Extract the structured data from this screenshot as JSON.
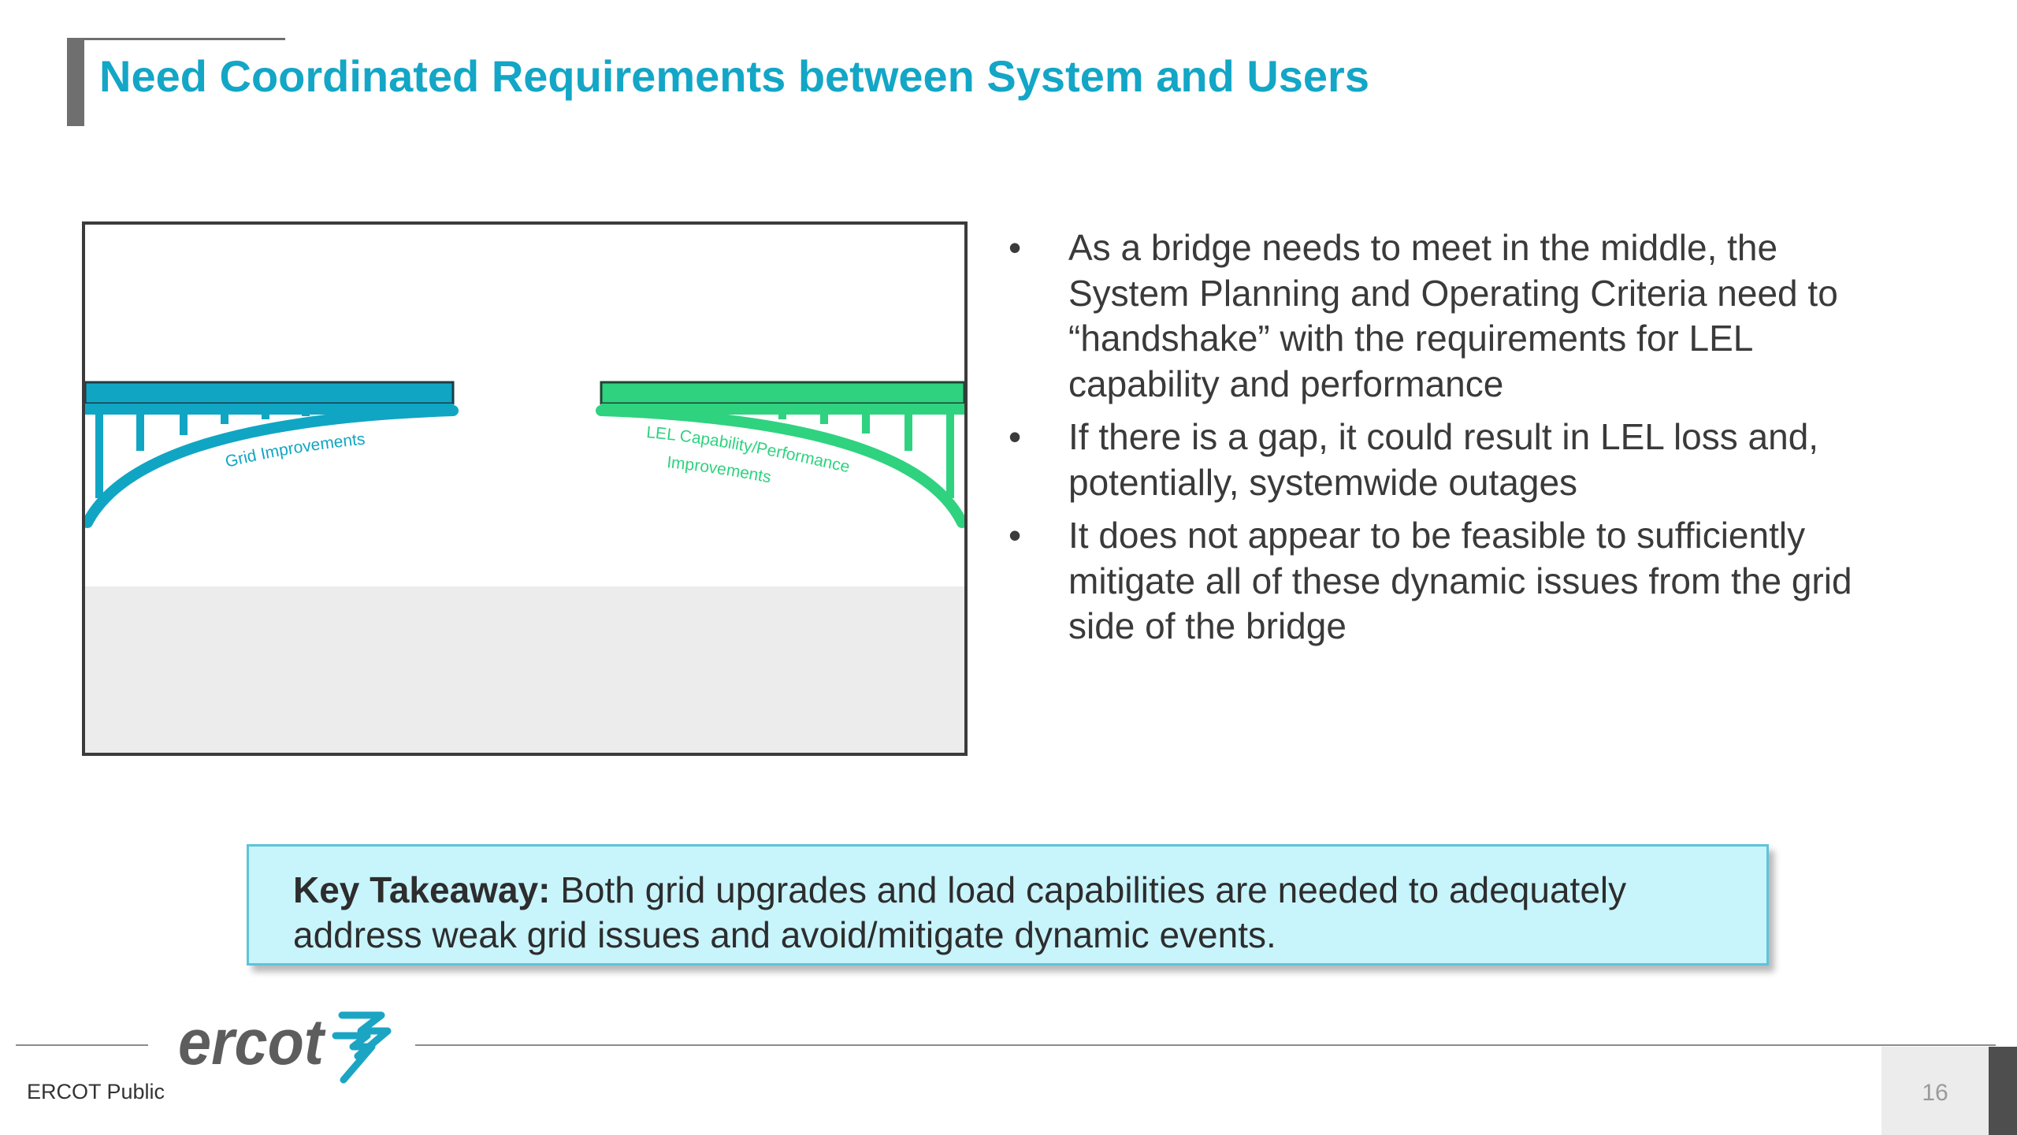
{
  "slide": {
    "title": "Need Coordinated Requirements between System and Users",
    "bullets": [
      "As a bridge needs to meet in the middle, the System Planning and Operating Criteria need to “handshake” with the requirements for LEL capability and performance",
      "If there is a gap, it could result in LEL loss and, potentially, systemwide outages",
      "It does not appear to be feasible to sufficiently mitigate all of these dynamic issues from the grid side of the bridge"
    ],
    "bullet_marker": "•"
  },
  "diagram": {
    "left_label": "Grid Improvements",
    "right_label_line1": "LEL Capability/Performance",
    "right_label_line2": "Improvements",
    "colors": {
      "left_bridge": "#11a5c4",
      "right_bridge": "#2fd27f",
      "ground": "#ececec",
      "frame": "#3b3b3b"
    }
  },
  "takeaway": {
    "label": "Key Takeaway:",
    "text": " Both grid upgrades and load capabilities are needed to adequately address weak grid issues and avoid/mitigate dynamic events."
  },
  "footer": {
    "logo_text": "ercot",
    "classification": "ERCOT Public",
    "page_number": "16"
  }
}
